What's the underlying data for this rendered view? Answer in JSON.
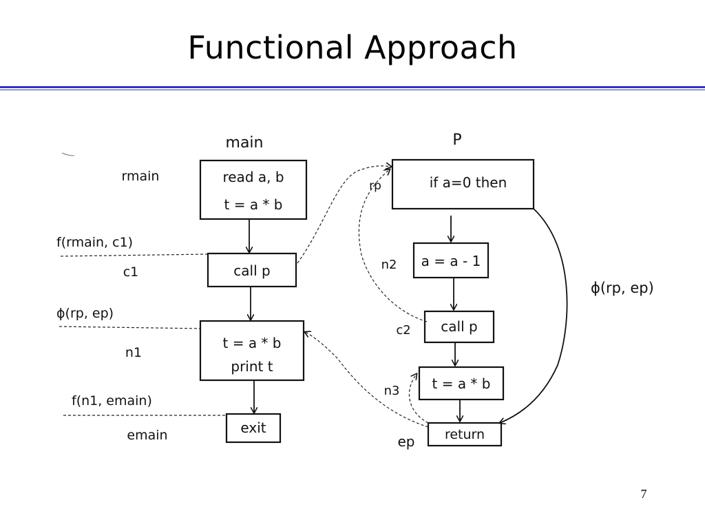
{
  "slide": {
    "title": "Functional Approach",
    "page_number": "7",
    "accent_color": "#3333bb"
  },
  "columns": {
    "main_label": "main",
    "p_label": "P"
  },
  "main_nodes": {
    "start_label": "rmain",
    "read_line1": "read a, b",
    "read_line2": "t = a * b",
    "c1_label": "c1",
    "call_p": "call p",
    "n1_label": "n1",
    "print_line1": "t = a * b",
    "print_line2": "print t",
    "exit_label": "emain",
    "exit": "exit"
  },
  "main_annotations": {
    "f_rmain_c1": "f(rmain, c1)",
    "phi_rp_ep_left": "ϕ(rp, ep)",
    "f_n1_emain": "f(n1, emain)"
  },
  "p_nodes": {
    "start_label": "rp",
    "if_stmt": "if a=0 then",
    "n2_label": "n2",
    "dec": "a = a - 1",
    "c2_label": "c2",
    "call_p": "call p",
    "n3_label": "n3",
    "mul": "t = a * b",
    "exit_label": "ep",
    "return": "return"
  },
  "p_annotations": {
    "phi_rp_ep_right": "ϕ(rp, ep)"
  }
}
